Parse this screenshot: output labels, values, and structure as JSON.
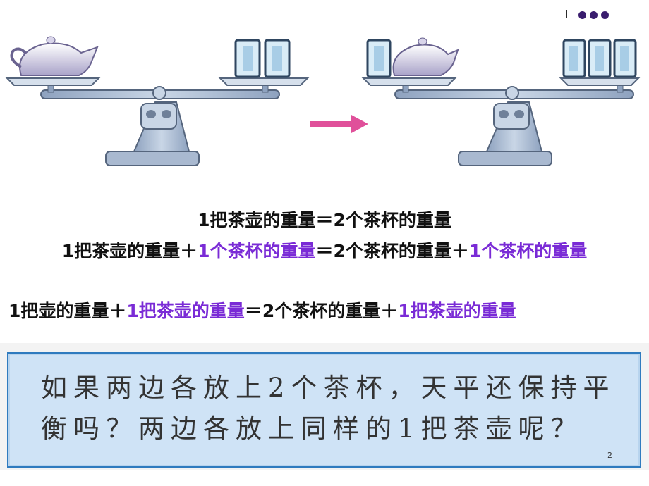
{
  "slide": {
    "page_number": "2"
  },
  "equations": {
    "line1": "1把茶壶的重量＝2个茶杯的重量",
    "line2": {
      "part_a": "1把茶壶的重量＋",
      "part_b": "1个茶杯的重量",
      "part_c": "＝2个茶杯的重量＋",
      "part_d": "1个茶杯的重量"
    },
    "line3": {
      "part_a": "1把壶的重量＋",
      "part_b": "1把茶壶的重量",
      "part_c": "＝2个茶杯的重量＋",
      "part_d": "1把茶壶的重量"
    }
  },
  "question": {
    "line1": "如果两边各放上2个茶杯，天平还保持平",
    "line2": "衡吗？两边各放上同样的1把茶壶呢？"
  },
  "colors": {
    "highlight": "#7a2bd6",
    "arrow": "#e0509a",
    "scale": "#9aaec9",
    "card_bg": "#cfe3f6",
    "card_border": "#2f7bbf"
  }
}
